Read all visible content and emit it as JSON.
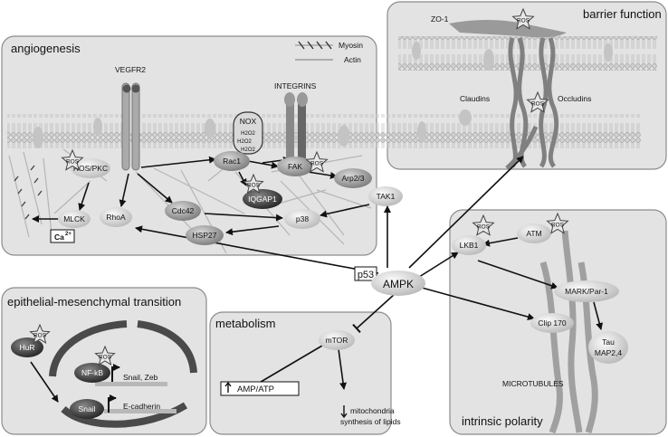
{
  "panels": {
    "angiogenesis": "angiogenesis",
    "barrier": "barrier function",
    "emt": "epithelial-mesenchymal transition",
    "metabolism": "metabolism",
    "polarity": "intrinsic polarity"
  },
  "legend": {
    "myosin": "Myosin",
    "actin": "Actin"
  },
  "labels": {
    "vegfr2": "VEGFR2",
    "integrins": "INTEGRINS",
    "zo1": "ZO-1",
    "claudins": "Claudins",
    "occludins": "Occludins",
    "microtubules": "MICROTUBULES",
    "snail_zeb": "Snail, Zeb",
    "ecadherin": "E-cadherin",
    "mito_line1": "mitochondria",
    "mito_line2": "synthesis of lipids",
    "amp_atp": "AMP/ATP",
    "p53": "p53"
  },
  "nodes": {
    "nox": "NOX",
    "h2o2": "H2O2",
    "ros_pkc": "ROS/PKC",
    "mlck": "MLCK",
    "ca": "Ca",
    "ca_sup": "2+",
    "rhoa": "RhoA",
    "cdc42": "Cdc42",
    "rac1": "Rac1",
    "iqgap1": "IQGAP1",
    "fak": "FAK",
    "arp23": "Arp2/3",
    "tak1": "TAK1",
    "p38": "p38",
    "hsp27": "HSP27",
    "ampk": "AMPK",
    "mtor": "mTOR",
    "hur": "HuR",
    "nfkb": "NF-kB",
    "snail": "Snail",
    "lkb1": "LKB1",
    "atm": "ATM",
    "mark": "MARK/Par-1",
    "clip170": "Clip 170",
    "tau1": "Tau",
    "tau2": "MAP2,4",
    "ros": "ROS"
  }
}
